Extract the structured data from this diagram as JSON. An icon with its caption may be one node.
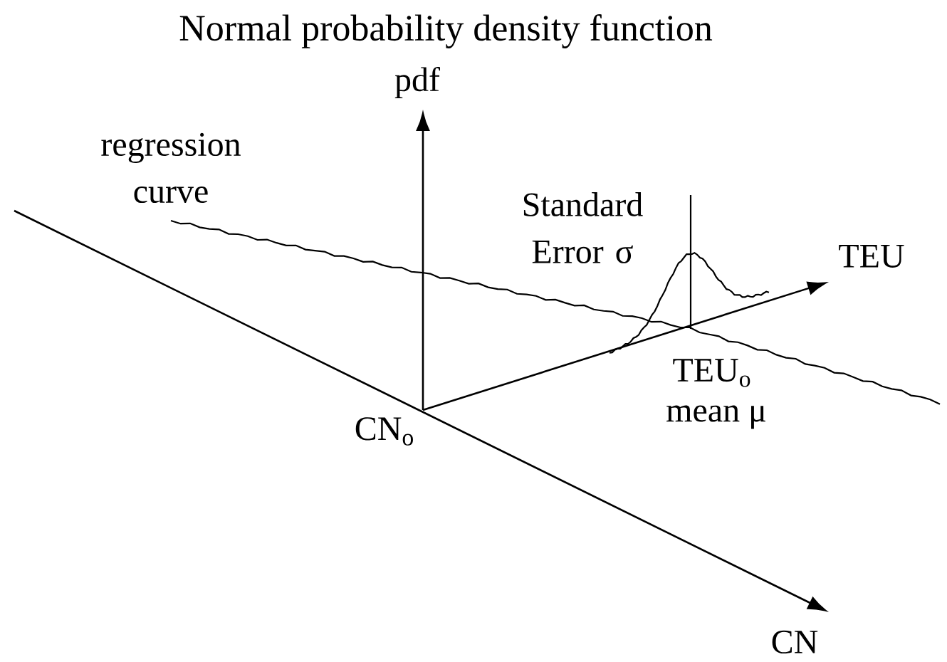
{
  "diagram": {
    "title": "Normal probability density function",
    "labels": [
      "pdf",
      "regression curve",
      "Standard Error σ",
      "TEU",
      "TEU$_{o}$",
      "mean μ",
      "CN$_{o}$",
      "CN"
    ]
  }
}
